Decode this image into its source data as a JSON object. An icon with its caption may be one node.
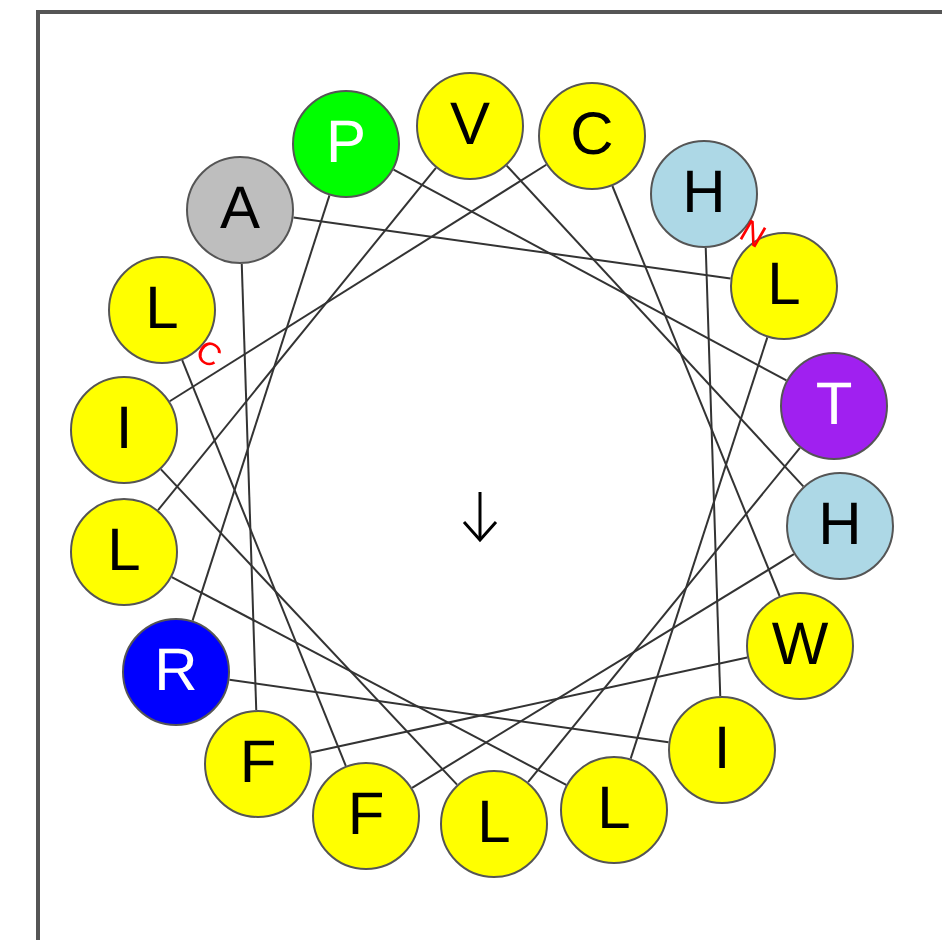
{
  "diagram": {
    "nodes": [
      {
        "text": [
          "V"
        ]
      },
      {
        "text": [
          "C"
        ]
      },
      {
        "text": [
          "H"
        ]
      },
      {
        "text": [
          "L"
        ]
      },
      {
        "text": [
          "T"
        ]
      },
      {
        "text": [
          "H"
        ]
      },
      {
        "text": [
          "W"
        ]
      },
      {
        "text": [
          "I"
        ]
      },
      {
        "text": [
          "L"
        ]
      },
      {
        "text": [
          "L"
        ]
      },
      {
        "text": [
          "F"
        ]
      },
      {
        "text": [
          "F"
        ]
      },
      {
        "text": [
          "R"
        ]
      },
      {
        "text": [
          "L"
        ]
      },
      {
        "text": [
          "I"
        ]
      },
      {
        "text": [
          "L"
        ]
      },
      {
        "text": [
          "A"
        ]
      },
      {
        "text": [
          "P"
        ]
      }
    ],
    "edges": [
      {
        "from": 2,
        "to": 7,
        "arrow": "none"
      },
      {
        "from": 7,
        "to": 12,
        "arrow": "none"
      },
      {
        "from": 12,
        "to": 17,
        "arrow": "none"
      },
      {
        "from": 17,
        "to": 4,
        "arrow": "none"
      },
      {
        "from": 4,
        "to": 9,
        "arrow": "none"
      },
      {
        "from": 9,
        "to": 14,
        "arrow": "none"
      },
      {
        "from": 14,
        "to": 1,
        "arrow": "none"
      },
      {
        "from": 1,
        "to": 6,
        "arrow": "none"
      },
      {
        "from": 6,
        "to": 11,
        "arrow": "none"
      },
      {
        "from": 11,
        "to": 16,
        "arrow": "none"
      },
      {
        "from": 16,
        "to": 3,
        "arrow": "none"
      },
      {
        "from": 3,
        "to": 8,
        "arrow": "none"
      },
      {
        "from": 8,
        "to": 13,
        "arrow": "none"
      },
      {
        "from": 13,
        "to": 0,
        "arrow": "none"
      },
      {
        "from": 0,
        "to": 5,
        "arrow": "none"
      },
      {
        "from": 5,
        "to": 10,
        "arrow": "none"
      },
      {
        "from": 10,
        "to": 15,
        "arrow": "none"
      }
    ],
    "labels": [
      "N",
      "C"
    ]
  }
}
